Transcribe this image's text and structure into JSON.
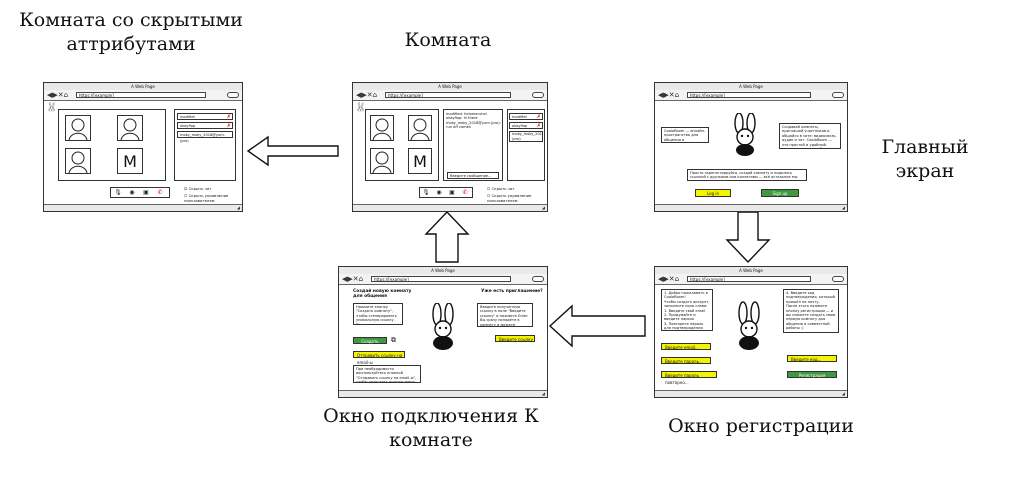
{
  "labels": {
    "hidden_room": "Комната со скрытыми аттрибутами",
    "room": "Комната",
    "main_screen": "Главный экран",
    "connect": "Окно подключения К комнате",
    "register": "Окно регистрации"
  },
  "browser": {
    "title": "A Web Page",
    "url": "https://​[example]"
  },
  "room": {
    "m_tile": "M",
    "participants": [
      "modifiet",
      "okayflop",
      "moky_moky_2018@yum.(pro)"
    ],
    "chat_messages": "modified: helomaruhel\nokayflop: hi there\nmoky_moky_2018@yum.(pro):\nrun off comes",
    "chat_placeholder": "Введите сообщение...",
    "hide_chat": "Скрыть чат",
    "hide_user_control": "Скрыть управление пользователем"
  },
  "main_screen": {
    "left_text": "CoolaRoom — онлайн-пространство для общения и совместной работы.",
    "right_text": "Создавай комнаты, приглашай участников и общайся в чате: видеосвязь, аудио и чат. CoolaRoom — это простой и удобный инструмент для учебы, встреч и обсуждений.",
    "bottom_text": "Просто зарегистрируйся, создай комнату и поделись ссылкой с друзьями или коллегами — всё остальное мы сделаем за тебя :)",
    "login": "Log in",
    "signup": "Sign up"
  },
  "register": {
    "left_text": "1. Добро пожаловать в CoolaRoom!\nЧтобы создать аккаунт, заполните поля слева:\n1. Введите свой email\n2. Придумайте и введите пароль\n3. Повторите пароль для подтверждения",
    "right_text": "4. Введите код подтверждения, который пришёл на почту.\nПосле этого нажмите кнопку регистрации — и вы сможете создать свою первую комнату для общения и совместной работы :)",
    "email": "Введите email...",
    "password": "Введите пароль...",
    "password_repeat": "Введите пароль повторно...",
    "code": "Введите код...",
    "submit": "Регистрация"
  },
  "connect": {
    "create_title": "Создай новую комнату для общения",
    "have_invite": "Уже есть приглашение?",
    "create_text": "Нажмите кнопку \"Создать комнату\", чтобы сгенерировать уникальную ссылку. После этого вы можете скопировать ссылку и отправить её друзьям или коллегам.",
    "invite_text": "Введите полученную ссылку в поле \"Введите ссылку\" и нажмите Enter. Вы сразу попадёте в комнату и можете подключиться к видеосвязи и чату.",
    "create_button": "Создать комнату",
    "send_link": "Отправить ссылку на email-ы",
    "email_text": "При необходимости воспользуйтесь кнопкой \"Отправить ссылку на email-ы\", чтобы разослать приглашения напрямую.",
    "link_input": "Введите ссылку"
  },
  "colors": {
    "yellow_button": "#f4f400",
    "green_button": "#3f9a3f",
    "red_x": "#dd0000"
  }
}
